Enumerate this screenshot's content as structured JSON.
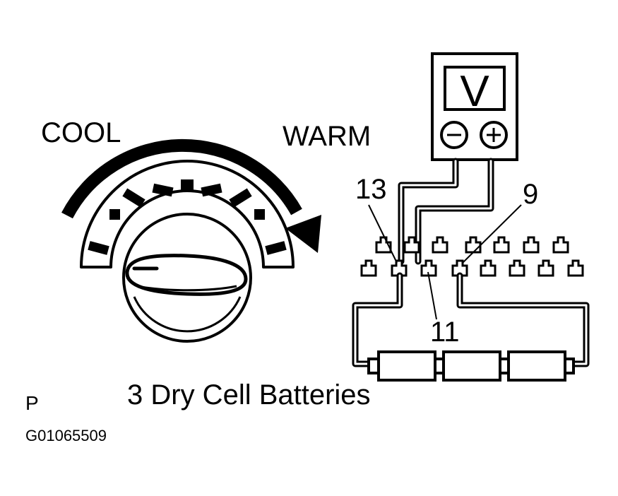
{
  "dial": {
    "cool_label": "COOL",
    "warm_label": "WARM"
  },
  "meter": {
    "display": "V",
    "negative_symbol": "−",
    "positive_symbol": "+"
  },
  "pins": {
    "pin_13": "13",
    "pin_9": "9",
    "pin_11": "11"
  },
  "batteries": {
    "label": "3 Dry Cell Batteries"
  },
  "footer": {
    "tag": "P",
    "code": "G01065509"
  }
}
